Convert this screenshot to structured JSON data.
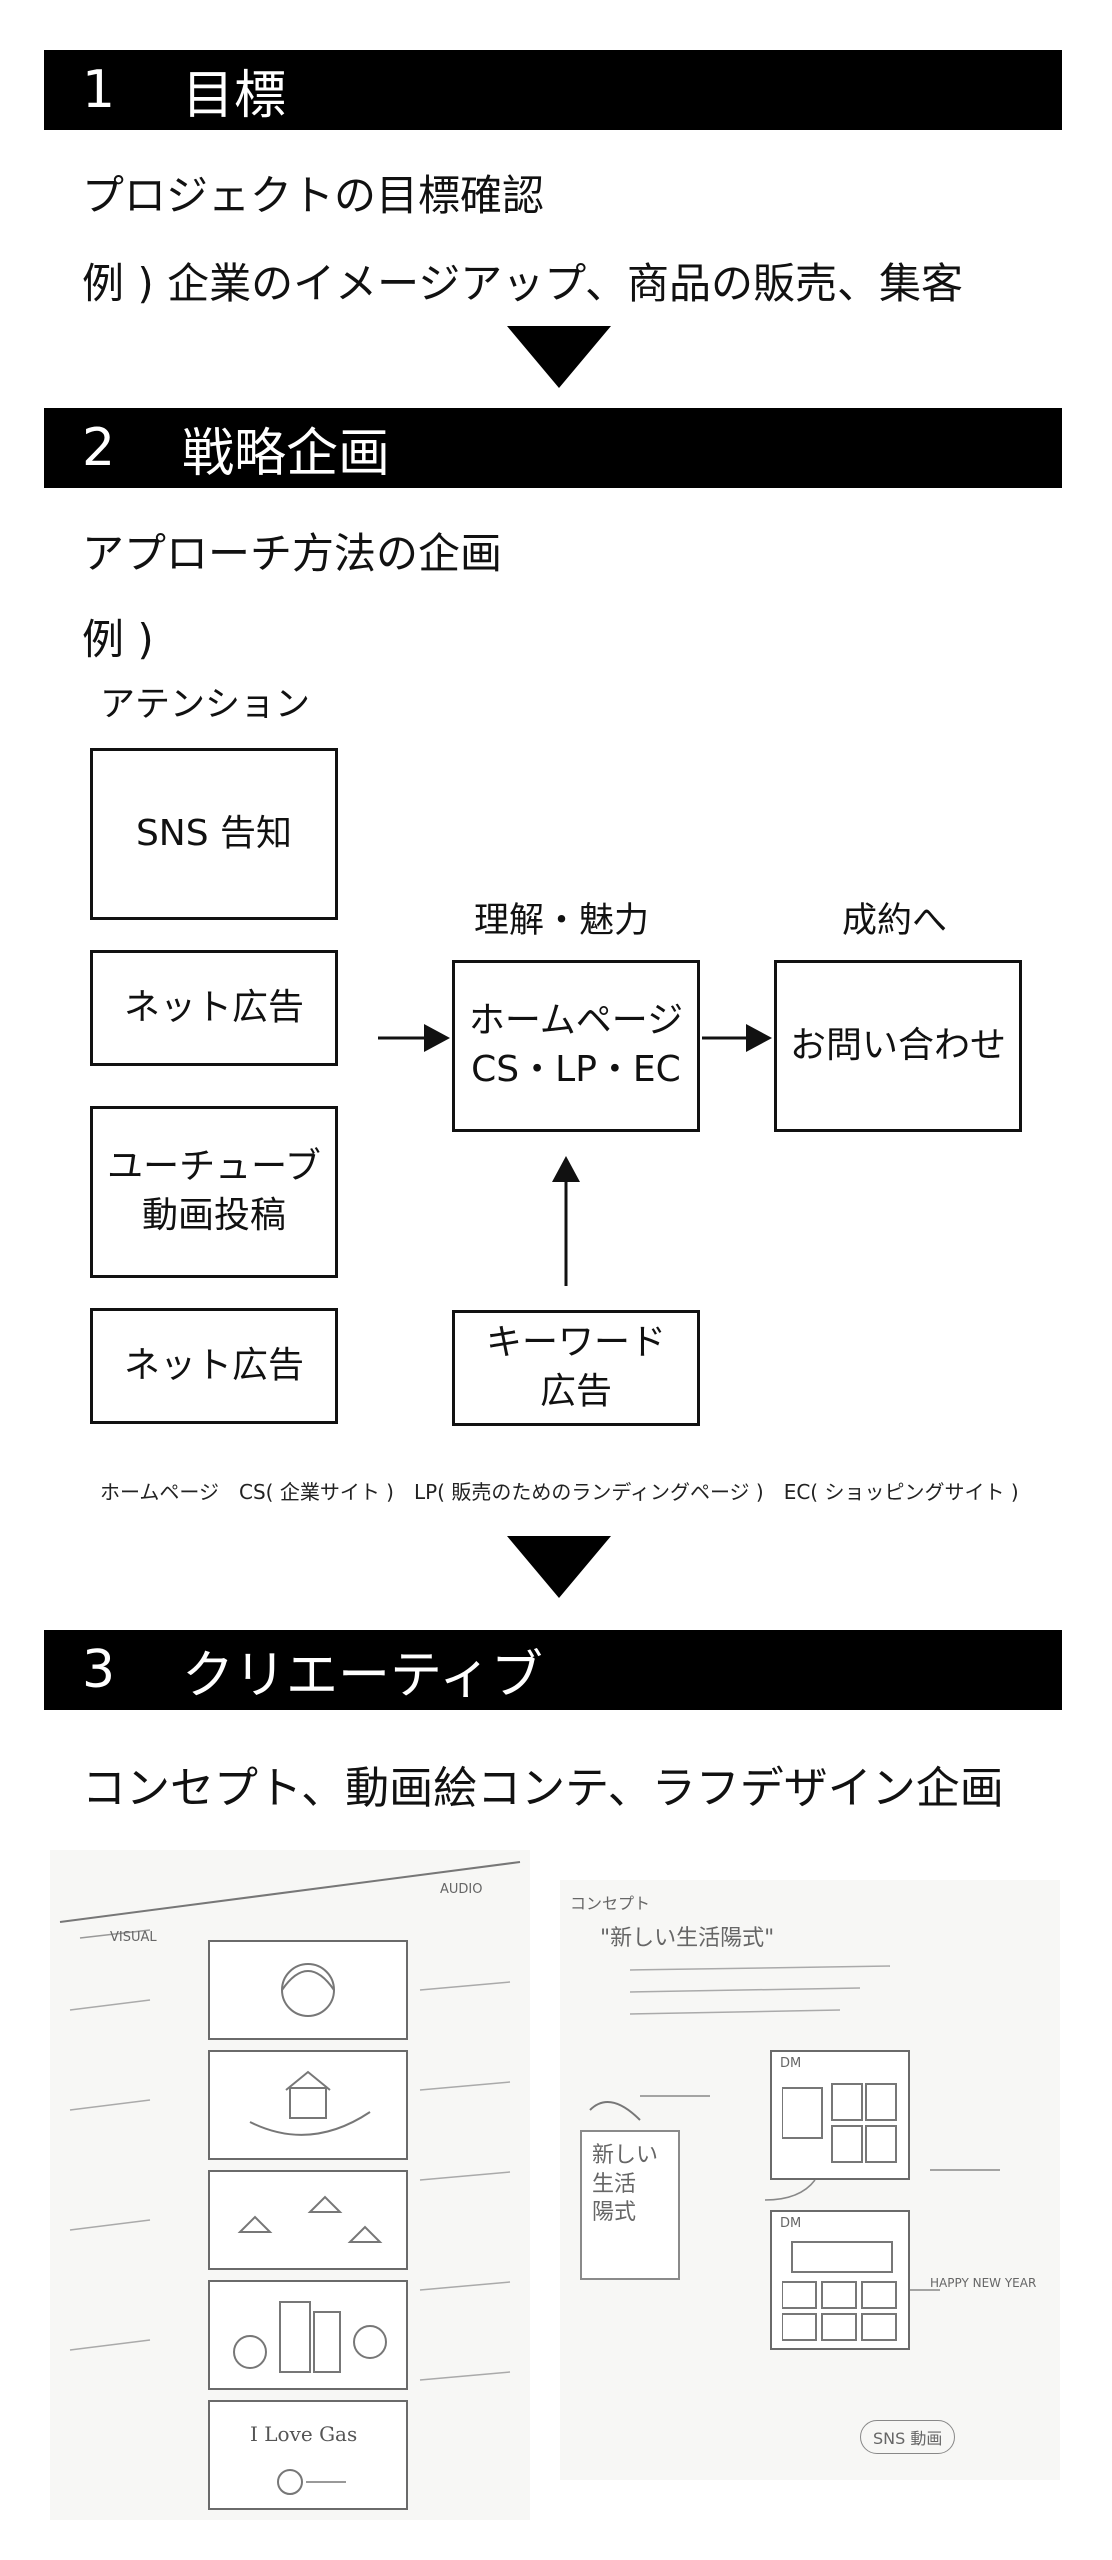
{
  "sections": [
    {
      "number": "1",
      "title": "目標"
    },
    {
      "number": "2",
      "title": "戦略企画"
    },
    {
      "number": "3",
      "title": "クリエーティブ"
    }
  ],
  "section1": {
    "line1": "プロジェクトの目標確認",
    "line2": "例 ) 企業のイメージアップ、商品の販売、集客"
  },
  "section2": {
    "line1": "アプローチ方法の企画",
    "line2": "例 )",
    "column_attention": "アテンション",
    "column_understanding": "理解・魅力",
    "column_conversion": "成約へ",
    "boxes": {
      "sns": "SNS 告知",
      "net_ad_1": "ネット広告",
      "youtube": "ユーチューブ\n動画投稿",
      "net_ad_2": "ネット広告",
      "homepage": "ホームページ\nCS・LP・EC",
      "inquiry": "お問い合わせ",
      "keyword_ad": "キーワード\n広告"
    },
    "footnote": "ホームページ　CS( 企業サイト )　LP( 販売のためのランディングページ )　EC( ショッピングサイト )"
  },
  "section3": {
    "line1": "コンセプト、動画絵コンテ、ラフデザイン企画",
    "storyboard": {
      "header_visual": "VISUAL",
      "header_audio": "AUDIO",
      "frame5_text": "I Love Gas"
    },
    "concept": {
      "title": "コンセプト",
      "quote": "\"新しい生活陽式\"",
      "stamp": "新しい\n生活\n陽式",
      "dm1": "DM",
      "dm2": "DM",
      "happy_new_year": "HAPPY NEW YEAR",
      "sns_label": "SNS 動画"
    }
  }
}
